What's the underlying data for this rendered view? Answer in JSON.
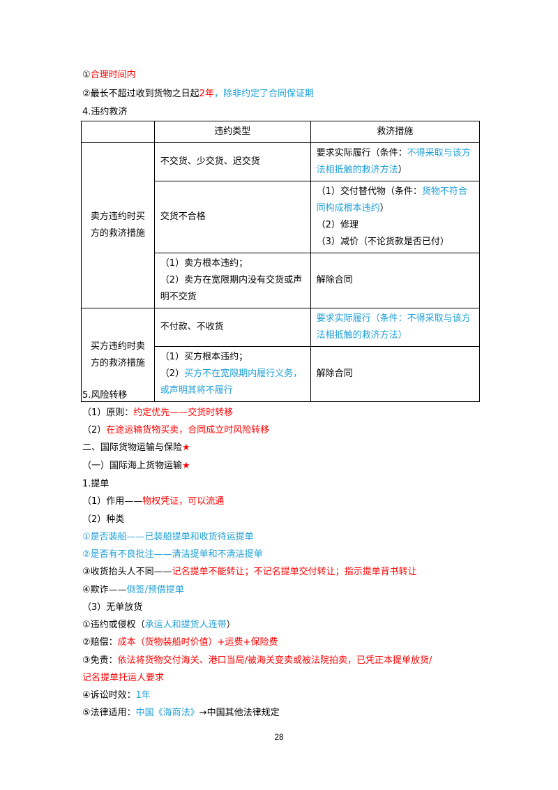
{
  "lines_top": {
    "l1": {
      "num": "①",
      "red": "合理时间内"
    },
    "l2": {
      "num": "②",
      "black": "最长不超过收到货物之日起",
      "red": "2年",
      "blue": "，除非约定了合同保证期"
    },
    "l3": "4.违约救济"
  },
  "table": {
    "headers": [
      "",
      "违约类型",
      "救济措施"
    ],
    "seller": {
      "group": "卖方违约时买方的救济措施",
      "r1": {
        "type": "不交货、少交货、迟交货",
        "black": "要求实际履行（条件：",
        "blue": "不得采取与该方法相抵触的救济方法",
        "black2": "）"
      },
      "r2": {
        "type": "交货不合格",
        "a1": "（1）交付替代物（条件：",
        "a1blue": "货物不符合同构成根本违约",
        "a1end": "）",
        "a2": "（2）修理",
        "a3": "（3）减价（不论货款是否已付）"
      },
      "r3": {
        "t1": "（1）卖方根本违约；",
        "t2": "（2）卖方在宽限期内没有交货或声明不交货",
        "remedy": "解除合同"
      }
    },
    "buyer": {
      "group": "买方违约时卖方的救济措施",
      "r1": {
        "type": "不付款、不收货",
        "blue": "要求实际履行（条件：不得采取与该方法相抵触的救济方法）"
      },
      "r2": {
        "t1": "（1）买方根本违约；",
        "t2a": "（2）",
        "t2blue": "买方不在宽限期内履行义务，或声明其将不履行",
        "remedy": "解除合同"
      }
    }
  },
  "lines_bottom": {
    "b1": "5.风险转移",
    "b2": {
      "black": "（1）原则：",
      "red": "约定优先——交货时转移"
    },
    "b3": {
      "black": "（2）",
      "red": "在途运输货物买卖，合同成立时风险转移"
    },
    "b4": {
      "black": "二、国际货物运输与保险",
      "star": "★"
    },
    "b5": {
      "black": "（一）国际海上货物运输",
      "star": "★"
    },
    "b6": "1.提单",
    "b7": {
      "black": "（1）作用——",
      "red": "物权凭证，可以流通"
    },
    "b8": "（2）种类",
    "b9": {
      "blue": "①是否装船——已装船提单和收货待运提单"
    },
    "b10": {
      "blue": "②是否有不良批注——清洁提单和不清洁提单"
    },
    "b11": {
      "black": "③收货抬头人不同——",
      "red": "记名提单不能转让；不记名提单交付转让；指示提单背书转让"
    },
    "b12": {
      "black": "④欺诈——",
      "blue": "倒签/预借提单"
    },
    "b13": "（3）无单放货",
    "b14": {
      "black": "①违约或侵权（",
      "blue": "承运人和提货人连带",
      "black2": "）"
    },
    "b15": {
      "black": "②赔偿：",
      "red": "成本（货物装船时价值）+运费+保险费"
    },
    "b16": {
      "black": "③免责：",
      "red": "依法将货物交付海关、港口当局/被海关变卖或被法院拍卖，已凭正本提单放货/"
    },
    "b17": {
      "red": "记名提单托运人要求"
    },
    "b18": {
      "black": "④诉讼时效：",
      "blue": "1年"
    },
    "b19": {
      "black": "⑤法律适用：",
      "blue": "中国《海商法》",
      "black2": "→中国其他法律规定"
    }
  },
  "page_number": "28"
}
